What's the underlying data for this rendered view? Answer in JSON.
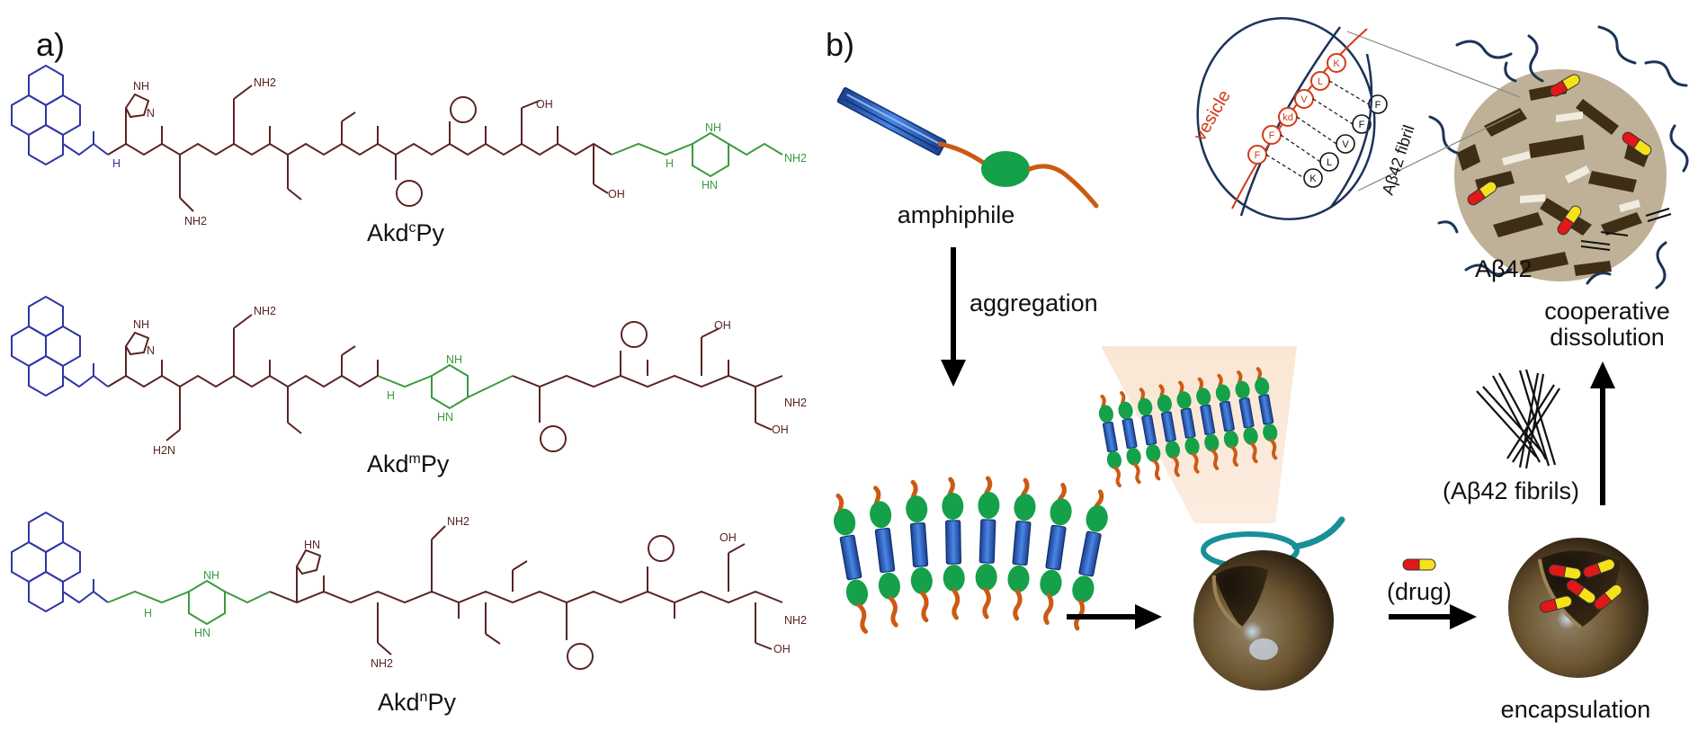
{
  "panel_a": {
    "label": "a)",
    "molecules": [
      {
        "name_base": "Akd",
        "name_sup": "c",
        "name_end": "Py"
      },
      {
        "name_base": "Akd",
        "name_sup": "m",
        "name_end": "Py"
      },
      {
        "name_base": "Akd",
        "name_sup": "n",
        "name_end": "Py"
      }
    ],
    "atoms": {
      "nh": "NH",
      "n": "N",
      "nh2": "NH2",
      "oh": "OH",
      "o": "O",
      "hn": "HN",
      "h": "H",
      "h2n": "H2N"
    }
  },
  "panel_b": {
    "label": "b)",
    "amphiphile": "amphiphile",
    "aggregation": "aggregation",
    "drug": "(drug)",
    "encapsulation": "encapsulation",
    "fibrils": "(Aβ42 fibrils)",
    "dissolution_line1": "cooperative",
    "dissolution_line2": "dissolution",
    "abeta": "Aβ42",
    "inset_vesicle": "vesicle",
    "inset_fibril": "Aβ42 fibril",
    "vesicle_residues": [
      "F",
      "F",
      "kd",
      "V",
      "L",
      "K"
    ],
    "fibril_residues": [
      "K",
      "L",
      "V",
      "F",
      "F"
    ]
  },
  "colors": {
    "pyrene": "#2f35a6",
    "peptide": "#5a2424",
    "linker": "#3a9b3e",
    "rod": "#2e62c4",
    "tail": "#cc5a14",
    "head": "#15a04a",
    "sphere": "#6b5430",
    "cone": "#f9dcc4",
    "ring": "#18909a",
    "capsule_red": "#e01818",
    "capsule_yellow": "#f5e21a",
    "vesicle_red": "#d23a1a",
    "inset_blue": "#1c3358"
  }
}
